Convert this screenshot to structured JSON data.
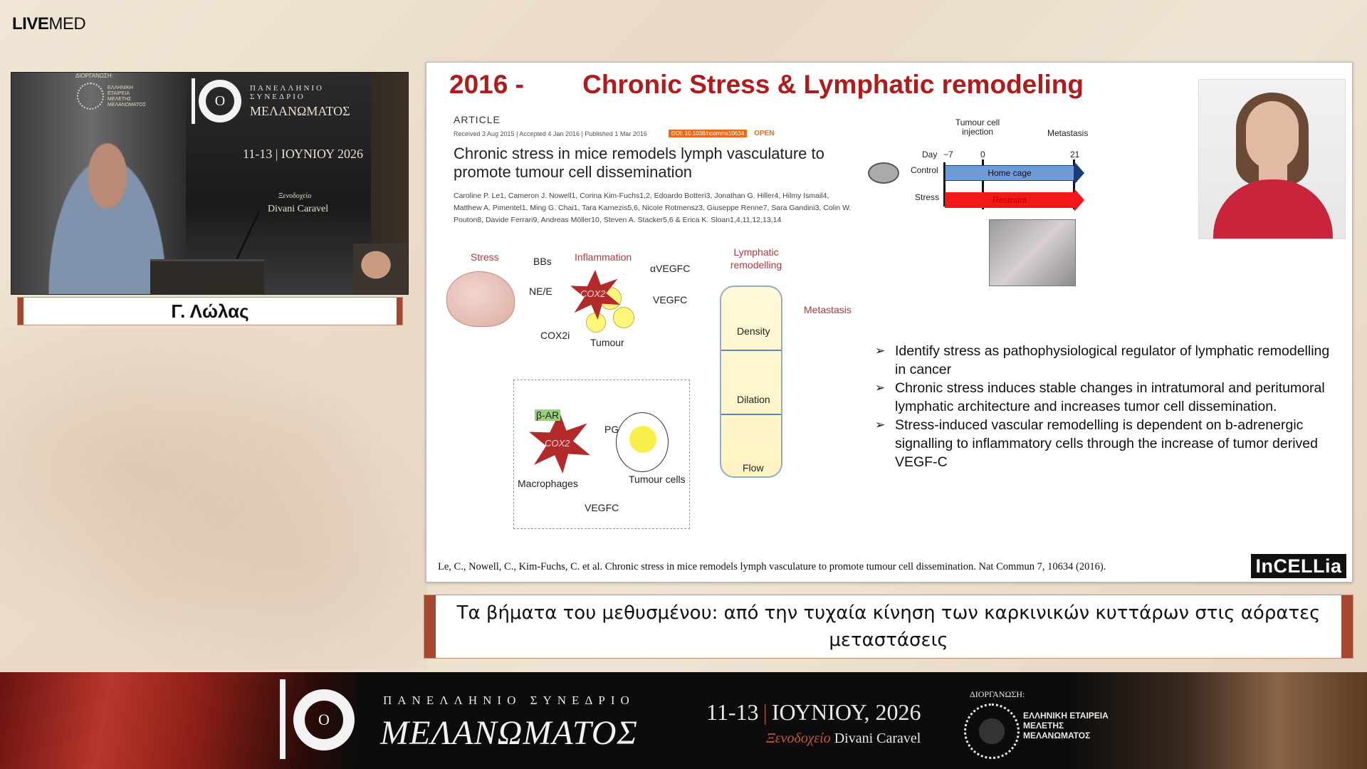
{
  "app": {
    "logo_bold": "LIVE",
    "logo_light": "MED"
  },
  "video": {
    "banner_line1": "ΠΑΝΕΛΛΗΝΙΟ ΣΥΝΕΔΡΙΟ",
    "banner_line2": "ΜΕΛΑΝΩΜΑΤΟΣ",
    "banner_ring": "Ο",
    "banner_dates": "11-13 | ΙΟΥΝΙΟΥ 2026",
    "banner_venue_small": "Ξενοδοχείο",
    "banner_venue": "Divani Caravel",
    "org_label": "ΔΙΟΡΓΑΝΩΣΗ:",
    "org_text": "ΕΛΛΗΝΙΚΗ ΕΤΑΙΡΕΙΑ ΜΕΛΕΤΗΣ ΜΕΛΑΝΩΜΑΤΟΣ"
  },
  "speaker": {
    "name": "Γ. Λώλας"
  },
  "slide": {
    "title": "2016 -        Chronic Stress & Lymphatic remodeling",
    "article": {
      "label": "ARTICLE",
      "dates": "Received 3 Aug 2015 | Accepted 4 Jan 2016 | Published 1 Mar 2016",
      "doi": "DOI: 10.1038/ncomms10634",
      "open": "OPEN",
      "headline": "Chronic stress in mice remodels lymph vasculature to promote tumour cell dissemination",
      "authors": "Caroline P. Le1, Cameron J. Nowell1, Corina Kim-Fuchs1,2, Edoardo Botteri3, Jonathan G. Hiller4, Hilmy Ismail4, Matthew A. Pimentel1, Ming G. Chai1, Tara Karnezis5,6, Nicole Rotmensz3, Giuseppe Renne7, Sara Gandini3, Colin W. Pouton8, Davide Ferrari9, Andreas Möller10, Steven A. Stacker5,6 & Erica K. Sloan1,4,11,12,13,14"
    },
    "timeline": {
      "injection": "Tumour cell injection",
      "metastasis": "Metastasis",
      "day": "Day",
      "d_minus7": "−7",
      "d0": "0",
      "d21": "21",
      "control": "Control",
      "stress": "Stress",
      "home_cage": "Home cage",
      "restraint": "Restraint"
    },
    "figure": {
      "stress": "Stress",
      "bbs": "BBs",
      "ne_e": "NE/E",
      "cox2i": "COX2i",
      "inflammation": "Inflammation",
      "cox2": "COX2",
      "tumour": "Tumour",
      "avegfc": "αVEGFC",
      "vegfc": "VEGFC",
      "lymphatic": "Lymphatic remodelling",
      "metastasis": "Metastasis",
      "density": "Density",
      "dilation": "Dilation",
      "flow": "Flow",
      "bar": "β-AR",
      "cox2_b": "COX2",
      "pge2": "PGE2",
      "macrophages": "Macrophages",
      "tumour_cells": "Tumour cells",
      "vegfc_b": "VEGFC"
    },
    "bullets": [
      "Identify stress as pathophysiological regulator of lymphatic remodelling in cancer",
      "Chronic stress induces stable changes in intratumoral and peritumoral lymphatic architecture and increases tumor cell dissemination.",
      "Stress-induced vascular remodelling is dependent on b-adrenergic signalling to inflammatory cells through the increase of tumor derived VEGF-C"
    ],
    "citation": "Le, C., Nowell, C., Kim-Fuchs, C. et al. Chronic stress in mice remodels lymph vasculature to promote tumour cell dissemination. Nat Commun 7, 10634 (2016).",
    "brand": "InCELLia"
  },
  "caption": "Τα βήματα του μεθυσμένου: από την τυχαία κίνηση των καρκινικών κυττάρων στις αόρατες μεταστάσεις",
  "footer": {
    "ring": "Ο",
    "line1": "ΠΑΝΕΛΛΗΝΙΟ ΣΥΝΕΔΡΙΟ",
    "line2": "ΜΕΛΑΝΩΜΑΤΟΣ",
    "dates_a": "11-13",
    "dates_b": "ΙΟΥΝΙΟΥ, 2026",
    "venue_small": "Ξενοδοχείο",
    "venue": "Divani Caravel",
    "org_label": "ΔΙΟΡΓΑΝΩΣΗ:",
    "org_text": "ΕΛΛΗΝΙΚΗ ΕΤΑΙΡΕΙΑ ΜΕΛΕΤΗΣ ΜΕΛΑΝΩΜΑΤΟΣ"
  }
}
